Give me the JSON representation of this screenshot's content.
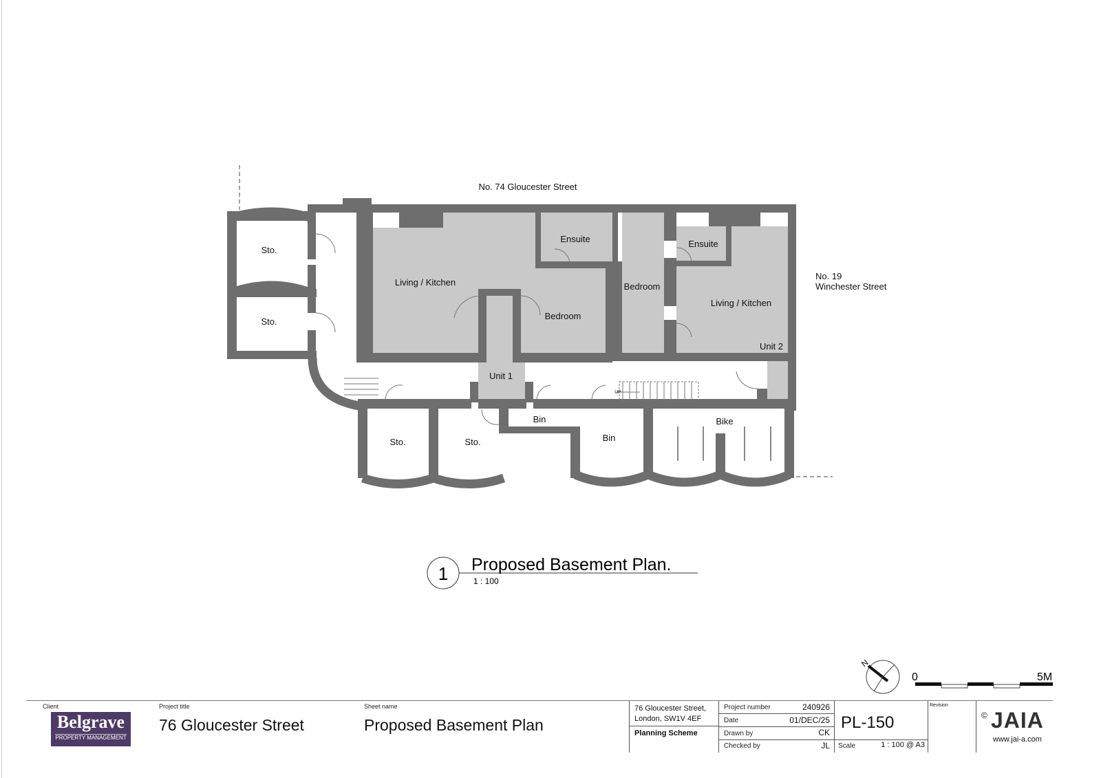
{
  "plan": {
    "neighbours": {
      "north": "No. 74 Gloucester Street",
      "east_line1": "No. 19",
      "east_line2": "Winchester Street"
    },
    "rooms": [
      {
        "id": "sto-1",
        "label": "Sto."
      },
      {
        "id": "sto-2",
        "label": "Sto."
      },
      {
        "id": "living-kitchen-1",
        "label": "Living / Kitchen"
      },
      {
        "id": "ensuite-1",
        "label": "Ensuite"
      },
      {
        "id": "bedroom-1",
        "label": "Bedroom"
      },
      {
        "id": "bedroom-2",
        "label": "Bedroom"
      },
      {
        "id": "ensuite-2",
        "label": "Ensuite"
      },
      {
        "id": "living-kitchen-2",
        "label": "Living / Kitchen"
      },
      {
        "id": "unit-1",
        "label": "Unit 1"
      },
      {
        "id": "unit-2",
        "label": "Unit 2"
      },
      {
        "id": "sto-3",
        "label": "Sto."
      },
      {
        "id": "sto-4",
        "label": "Sto."
      },
      {
        "id": "bin-1",
        "label": "Bin"
      },
      {
        "id": "bin-2",
        "label": "Bin"
      },
      {
        "id": "bike",
        "label": "Bike"
      }
    ],
    "stair_label": "UP",
    "colors": {
      "wall": "#6e6e6e",
      "room": "#c9c9c9"
    }
  },
  "drawing_title": {
    "number": "1",
    "title": "Proposed Basement Plan.",
    "scale": "1 : 100"
  },
  "scale_bar": {
    "start": "0",
    "end": "5M",
    "north_label": "N"
  },
  "title_block": {
    "client_label": "Client",
    "client_logo_name": "Belgrave",
    "client_logo_sub": "PROPERTY MANAGEMENT",
    "project_title_label": "Project title",
    "project_title": "76 Gloucester Street",
    "sheet_name_label": "Sheet name",
    "sheet_name": "Proposed Basement Plan",
    "address_line1": "76 Gloucester Street,",
    "address_line2": "London, SW1V 4EF",
    "stage": "Planning Scheme",
    "project_number_label": "Project number",
    "project_number": "240926",
    "date_label": "Date",
    "date": "01/DEC/25",
    "drawn_by_label": "Drawn by",
    "drawn_by": "CK",
    "checked_by_label": "Checked by",
    "checked_by": "JL",
    "drawing_number": "PL-150",
    "revision_label": "Revision",
    "scale_label": "Scale",
    "scale": "1 : 100 @ A3",
    "copyright": "©",
    "practice": "JAIA",
    "website": "www.jai-a.com"
  }
}
